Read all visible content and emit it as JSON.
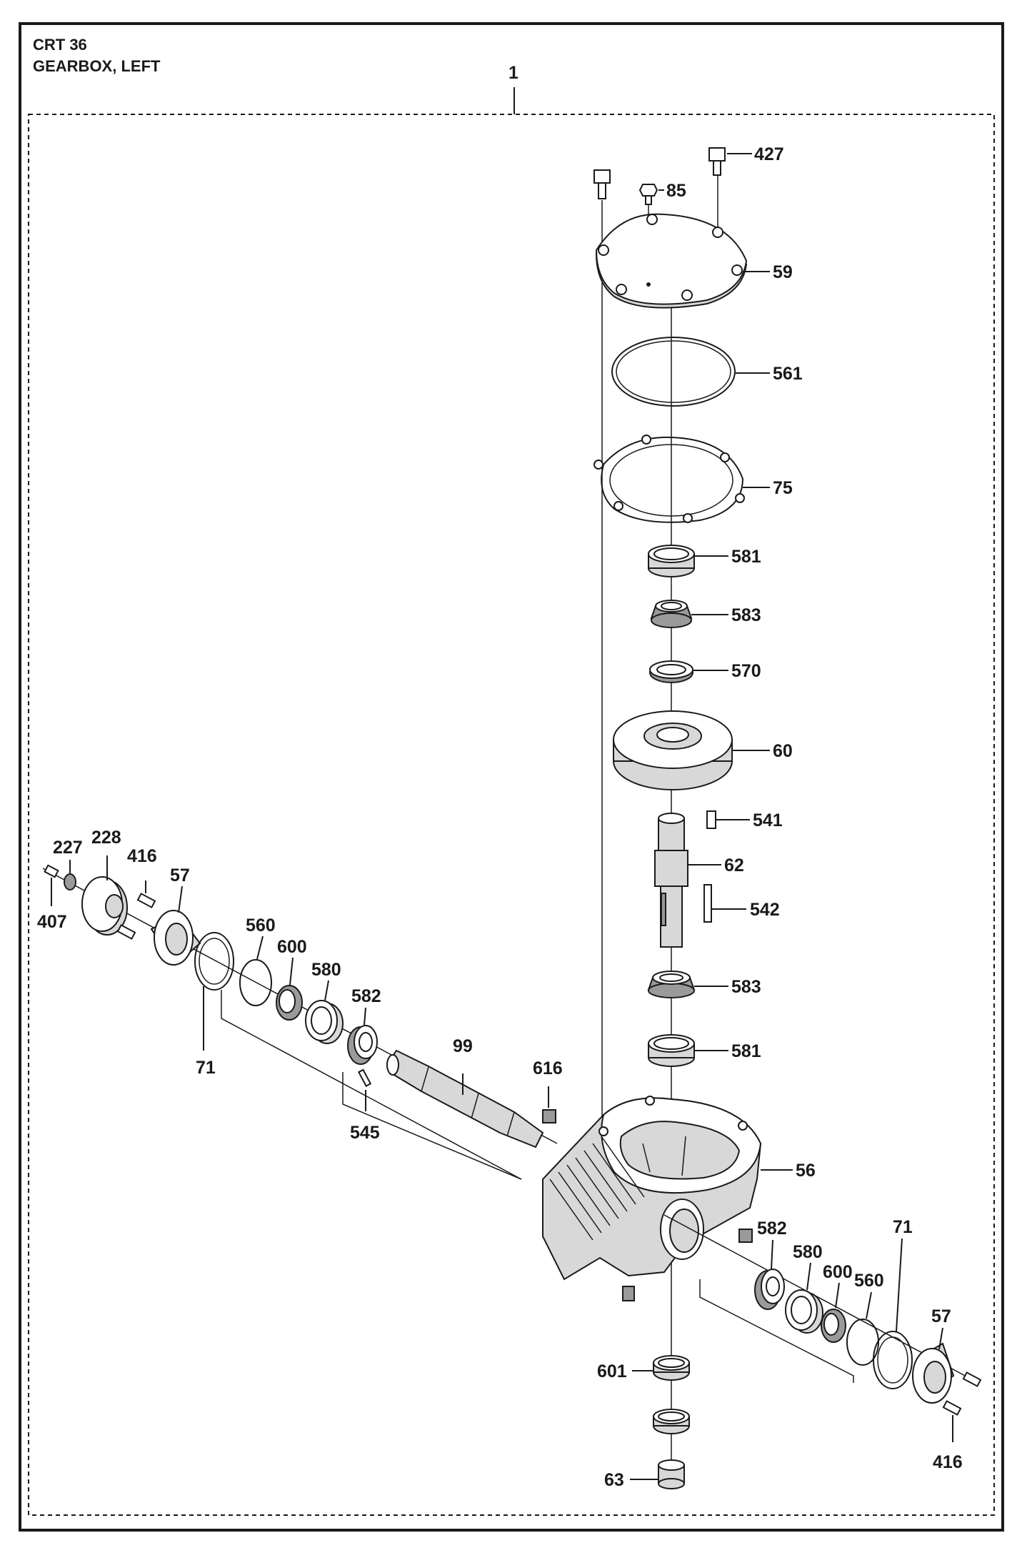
{
  "header": {
    "model": "CRT 36",
    "assembly": "GEARBOX, LEFT"
  },
  "assembly_number": "1",
  "callouts": {
    "c427": "427",
    "c85": "85",
    "c59": "59",
    "c561": "561",
    "c75": "75",
    "c581a": "581",
    "c583a": "583",
    "c570": "570",
    "c60": "60",
    "c541": "541",
    "c62": "62",
    "c542": "542",
    "c583b": "583",
    "c581b": "581",
    "c56": "56",
    "c227": "227",
    "c228": "228",
    "c416a": "416",
    "c57a": "57",
    "c407": "407",
    "c560a": "560",
    "c600a": "600",
    "c580a": "580",
    "c582a": "582",
    "c71a": "71",
    "c99": "99",
    "c616": "616",
    "c545": "545",
    "c582b": "582",
    "c580b": "580",
    "c600b": "600",
    "c560b": "560",
    "c71b": "71",
    "c57b": "57",
    "c416b": "416",
    "c601": "601",
    "c63": "63"
  }
}
